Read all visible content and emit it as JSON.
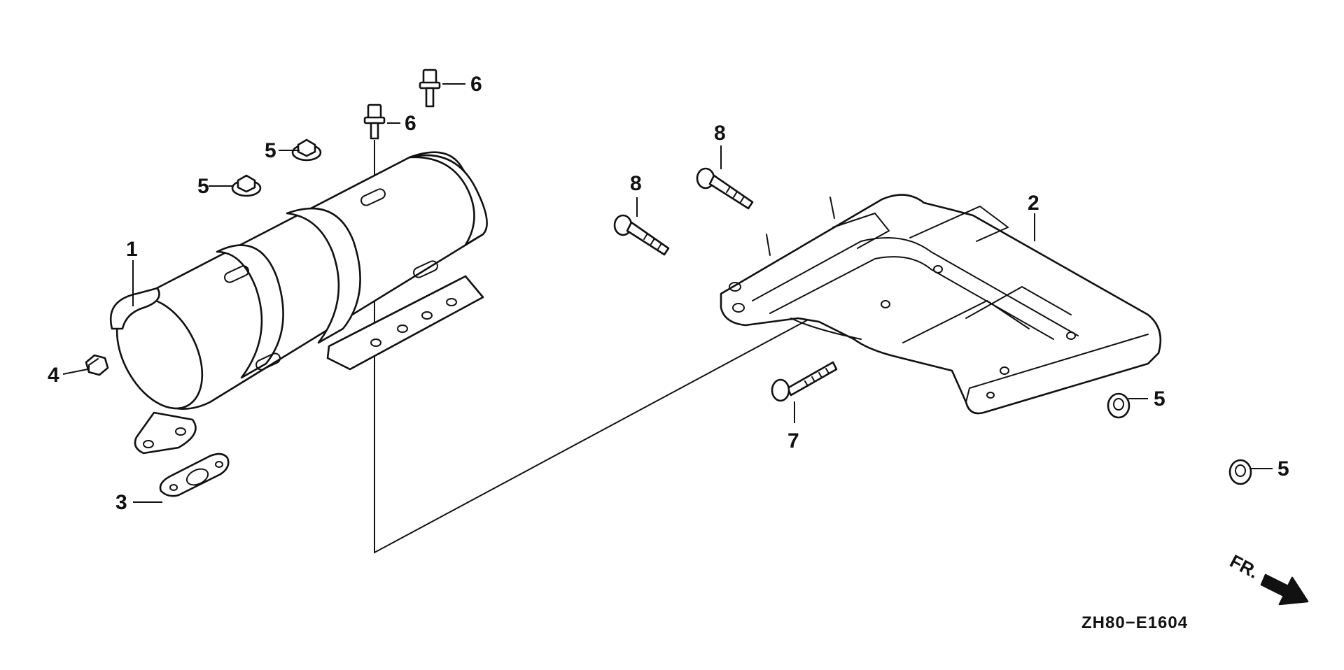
{
  "callouts": {
    "muffler": "1",
    "muffler_protector": "2",
    "gasket": "3",
    "nut_left": "4",
    "flange_nut_a": "5",
    "flange_nut_b": "5",
    "flange_nut_c": "5",
    "flange_nut_d": "5",
    "flange_bolt_a": "6",
    "flange_bolt_b": "6",
    "bolt_7": "7",
    "bolt_8_a": "8",
    "bolt_8_b": "8"
  },
  "direction_marker": {
    "label": "FR.",
    "icon": "arrow-right-down-icon"
  },
  "diagram_code": "ZH80−E1604",
  "colors": {
    "ink": "#111111",
    "paper": "#ffffff"
  }
}
